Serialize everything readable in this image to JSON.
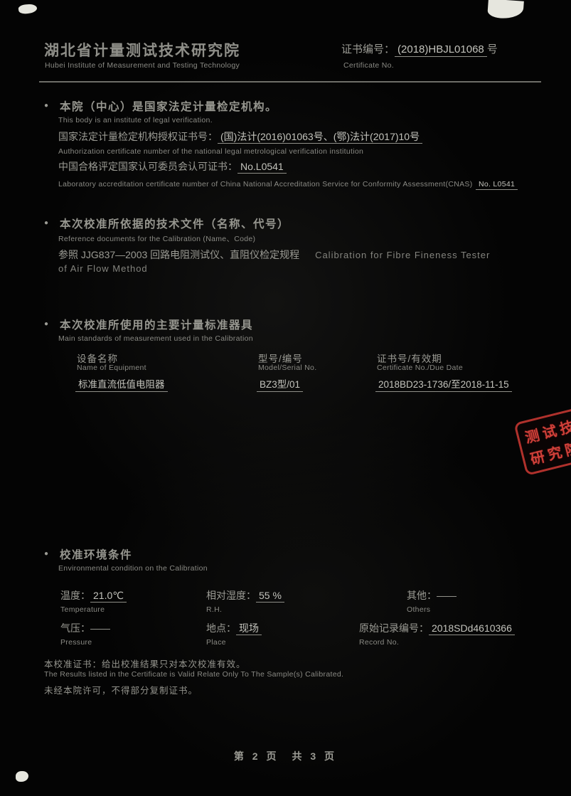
{
  "glyphs": {
    "bullet": "●"
  },
  "colors": {
    "stamp_red": "#cf4039",
    "paper_text": "#9b9b94",
    "background": "#040404"
  },
  "header": {
    "institute_cn": "湖北省计量测试技术研究院",
    "institute_en": "Hubei Institute of Measurement and Testing Technology",
    "certificate_label_cn": "证书编号：",
    "certificate_no": "(2018)HBJL01068",
    "certificate_no_suffix": "号",
    "certificate_label_en": "Certificate No."
  },
  "legal_section": {
    "title_cn": "本院（中心）是国家法定计量检定机构。",
    "title_en": "This body is an institute of legal verification.",
    "authorization_label_cn": "国家法定计量检定机构授权证书号：",
    "authorization_value": "(国)法计(2016)01063号、(鄂)法计(2017)10号",
    "authorization_en": "Authorization certificate number of the national legal metrological verification institution",
    "cnas_label_cn": "中国合格评定国家认可委员会认可证书：",
    "cnas_value": "No.L0541",
    "cnas_en": "Laboratory accreditation certificate number of China National Accreditation Service for Conformity Assessment(CNAS)",
    "cnas_en_no": "No. L0541"
  },
  "reference_section": {
    "title_cn": "本次校准所依据的技术文件（名称、代号）",
    "title_en": "Reference documents for the Calibration (Name、Code)",
    "document_cn": "参照 JJG837—2003 回路电阻测试仪、直阻仪检定规程",
    "document_en_line1": "Calibration for Fibre Fineness Tester",
    "document_en_line2": "of Air Flow Method"
  },
  "standards_section": {
    "title_cn": "本次校准所使用的主要计量标准器具",
    "title_en": "Main standards of measurement used in the Calibration",
    "columns": [
      {
        "label_cn": "设备名称",
        "label_en": "Name of Equipment",
        "value": "标准直流低值电阻器"
      },
      {
        "label_cn": "型号/编号",
        "label_en": "Model/Serial No.",
        "value": "BZ3型/01"
      },
      {
        "label_cn": "证书号/有效期",
        "label_en": "Certificate No./Due Date",
        "value": "2018BD23-1736/至2018-11-15"
      }
    ]
  },
  "stamp": {
    "line1": "测试技",
    "line2": "研究院"
  },
  "environment_section": {
    "title_cn": "校准环境条件",
    "title_en": "Environmental condition on the Calibration",
    "temperature": {
      "label_cn": "温度：",
      "value": "21.0℃",
      "label_en": "Temperature"
    },
    "humidity": {
      "label_cn": "相对湿度：",
      "value": "55 %",
      "label_en": "R.H."
    },
    "others": {
      "label_cn": "其他：",
      "value": "——",
      "label_en": "Others"
    },
    "pressure": {
      "label_cn": "气压：",
      "value": "——",
      "label_en": "Pressure"
    },
    "place": {
      "label_cn": "地点：",
      "value": "现场",
      "label_en": "Place"
    },
    "record": {
      "label_cn": "原始记录编号：",
      "value": "2018SDd4610366",
      "label_en": "Record No."
    }
  },
  "notes": {
    "line1_cn": "本校准证书：给出校准结果只对本次校准有效。",
    "line1_en": "The Results listed in the Certificate is Valid Relate Only To The Sample(s) Calibrated.",
    "line2_cn": "未经本院许可，不得部分复制证书。"
  },
  "footer": {
    "page_label": "第 2 页　共 3 页"
  }
}
